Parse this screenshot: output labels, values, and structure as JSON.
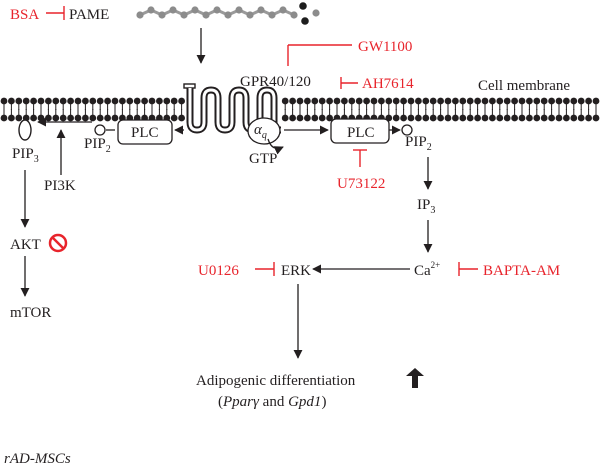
{
  "diagram": {
    "bsa": "BSA",
    "pame": "PAME",
    "gw1100": "GW1100",
    "receptor": "GPR40/120",
    "ah7614": "AH7614",
    "membrane_label": "Cell membrane",
    "plc_left": "PLC",
    "plc_right": "PLC",
    "alpha": "α",
    "alpha_sub": "q",
    "gtp": "GTP",
    "u73122": "U73122",
    "pip_left": "PIP",
    "pip_left_sub": "2",
    "pip_right": "PIP",
    "pip_right_sub": "2",
    "pip3": "PIP",
    "pip3_sub": "3",
    "pi3k": "PI3K",
    "akt": "AKT",
    "mtor": "mTOR",
    "ip3": "IP",
    "ip3_sub": "3",
    "ca": "Ca",
    "ca_sup": "2+",
    "bapta": "BAPTA-AM",
    "u0126": "U0126",
    "erk": "ERK",
    "outcome_line1": "Adipogenic differentiation",
    "outcome_paren_open": "(",
    "gene1": "Pparγ",
    "gene_and": " and ",
    "gene2": "Gpd1",
    "outcome_paren_close": ")",
    "cell_type": "rAD-MSCs",
    "colors": {
      "inhibitor": "#e8242c",
      "ink": "#231f20",
      "bead": "#231f20"
    },
    "icons": {
      "akt_block": "prohibition-icon",
      "up": "up-arrow-icon"
    }
  }
}
